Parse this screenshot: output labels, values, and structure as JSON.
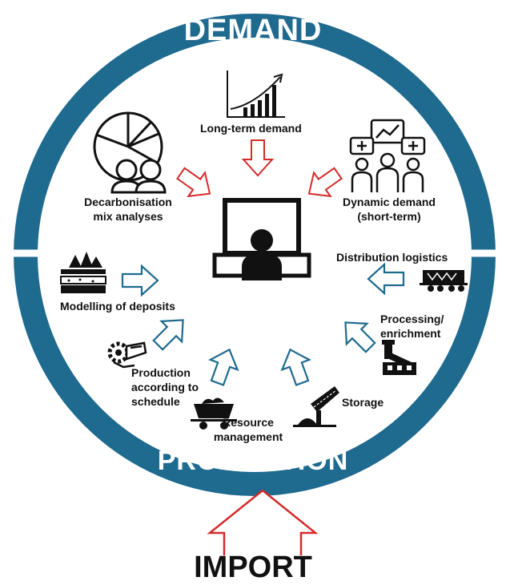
{
  "ring": {
    "top_title": "DEMAND",
    "bottom_title": "PRODUCTION",
    "color": "#1f6a8f"
  },
  "demand_items": {
    "long_term": {
      "label": "Long-term demand",
      "icon": "growth-chart-icon"
    },
    "decarbonisation": {
      "line1": "Decarbonisation",
      "line2": "mix analyses",
      "icon": "pie-chart-people-icon"
    },
    "dynamic": {
      "line1": "Dynamic demand",
      "line2": "(short-term)",
      "icon": "team-discussion-icon"
    }
  },
  "center": {
    "icon": "operator-workstation-icon"
  },
  "production_items": {
    "deposits": {
      "label": "Modelling of deposits",
      "icon": "deposit-layers-icon"
    },
    "schedule": {
      "line1": "Production",
      "line2": "according to",
      "line3": "schedule",
      "icon": "excavator-bucket-icon"
    },
    "resource": {
      "line1": "Resource",
      "line2": "management",
      "icon": "mine-cart-icon"
    },
    "storage": {
      "label": "Storage",
      "icon": "stacker-conveyor-icon"
    },
    "processing": {
      "line1": "Processing/",
      "line2": "enrichment",
      "icon": "processing-plant-icon"
    },
    "distribution": {
      "label": "Distribution logistics",
      "icon": "freight-wagon-icon"
    }
  },
  "import": {
    "label": "IMPORT"
  },
  "colors": {
    "demand_arrow": "#d42a2a",
    "production_arrow": "#1f6a8f",
    "import_arrow": "#d42a2a"
  }
}
